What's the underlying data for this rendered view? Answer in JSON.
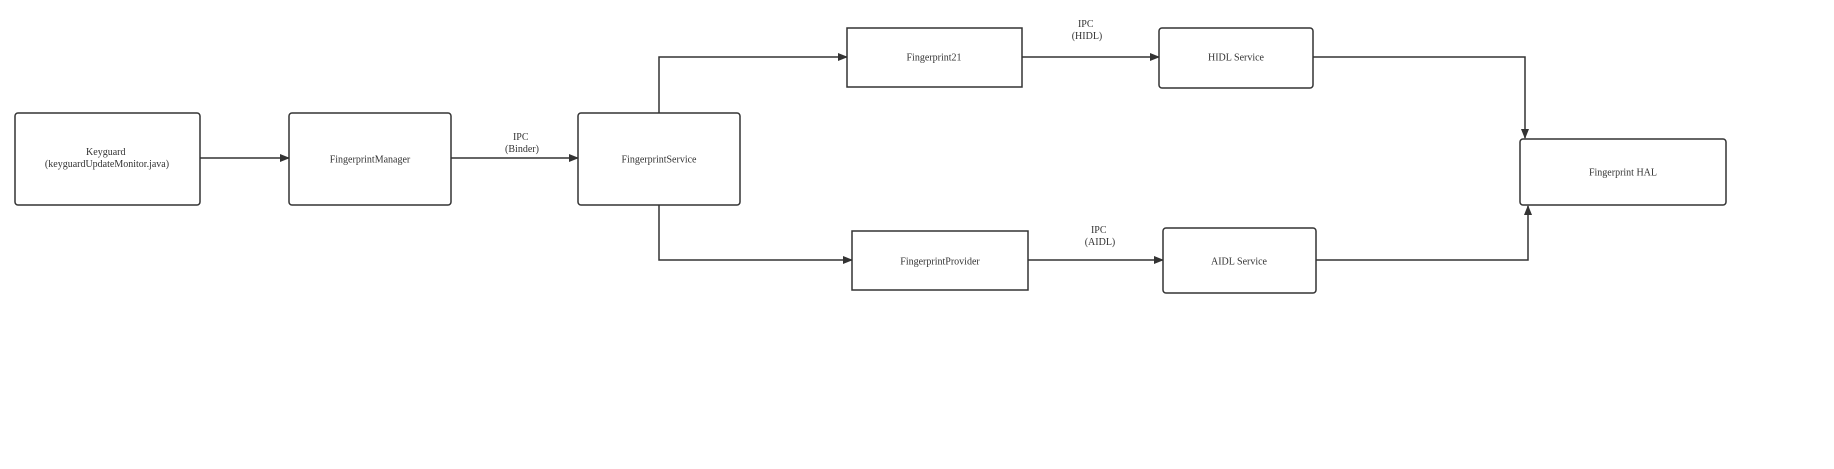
{
  "nodes": {
    "keyguard": {
      "line1": "Keyguard",
      "line2": "(keyguardUpdateMonitor.java)"
    },
    "fingerprint_manager": {
      "label": "FingerprintManager"
    },
    "fingerprint_service": {
      "label": "FingerprintService"
    },
    "fingerprint21": {
      "label": "Fingerprint21"
    },
    "hidl_service": {
      "label": "HIDL Service"
    },
    "fingerprint_provider": {
      "label": "FingerprintProvider"
    },
    "aidl_service": {
      "label": "AIDL Service"
    },
    "fingerprint_hal": {
      "label": "Fingerprint HAL"
    }
  },
  "edges": {
    "manager_to_service": {
      "line1": "IPC",
      "line2": "(Binder)"
    },
    "fp21_to_hidl": {
      "line1": "IPC",
      "line2": "(HIDL)"
    },
    "provider_to_aidl": {
      "line1": "IPC",
      "line2": "(AIDL)"
    }
  },
  "colors": {
    "stroke": "#333333",
    "background": "#ffffff"
  }
}
